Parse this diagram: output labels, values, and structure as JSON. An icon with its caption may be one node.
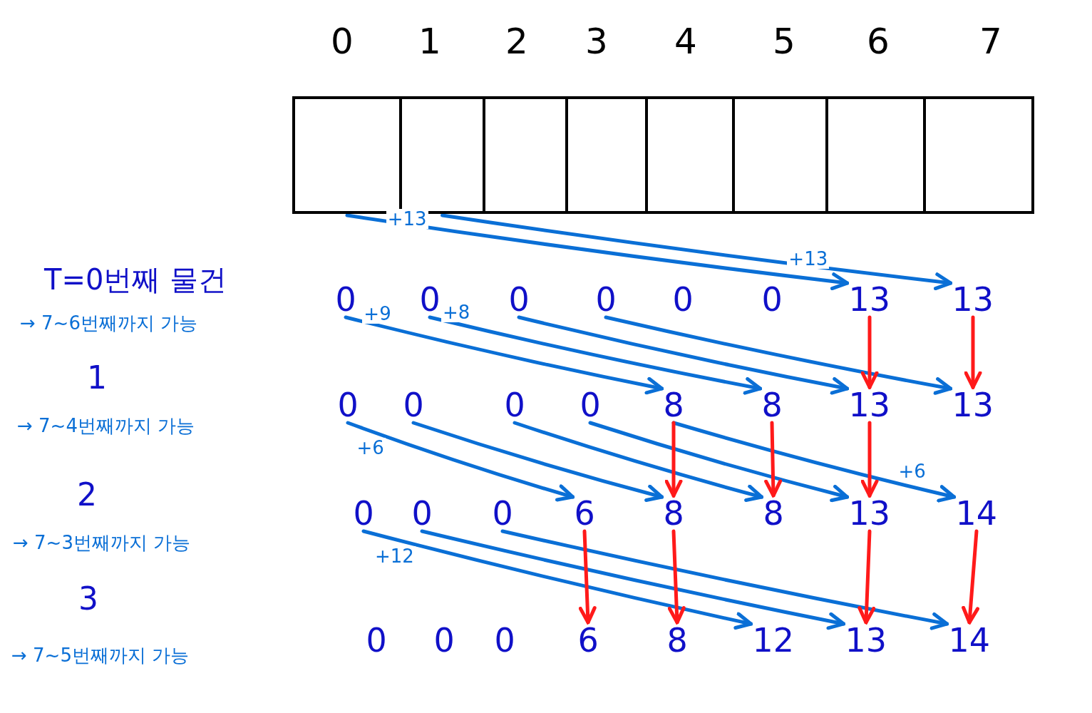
{
  "diagram": {
    "nodes": [
      {
        "text": [],
        "shape": "box",
        "beside": [
          "0"
        ]
      },
      {
        "text": [],
        "shape": "box",
        "beside": [
          "1"
        ]
      },
      {
        "text": [],
        "shape": "box",
        "beside": [
          "2"
        ]
      },
      {
        "text": [],
        "shape": "box",
        "beside": [
          "3"
        ]
      },
      {
        "text": [],
        "shape": "box",
        "beside": [
          "4"
        ]
      },
      {
        "text": [],
        "shape": "box",
        "beside": [
          "5"
        ]
      },
      {
        "text": [],
        "shape": "box",
        "beside": [
          "6"
        ]
      },
      {
        "text": [],
        "shape": "box",
        "beside": [
          "7"
        ]
      },
      {
        "text": [
          "0"
        ]
      },
      {
        "text": [
          "0"
        ]
      },
      {
        "text": [
          "0"
        ]
      },
      {
        "text": [
          "0"
        ]
      },
      {
        "text": [
          "0"
        ]
      },
      {
        "text": [
          "0"
        ]
      },
      {
        "text": [
          "13"
        ]
      },
      {
        "text": [
          "13"
        ]
      },
      {
        "text": [
          "0"
        ]
      },
      {
        "text": [
          "0"
        ]
      },
      {
        "text": [
          "0"
        ]
      },
      {
        "text": [
          "0"
        ]
      },
      {
        "text": [
          "8"
        ]
      },
      {
        "text": [
          "8"
        ]
      },
      {
        "text": [
          "13"
        ]
      },
      {
        "text": [
          "13"
        ]
      },
      {
        "text": [
          "0"
        ]
      },
      {
        "text": [
          "0"
        ]
      },
      {
        "text": [
          "0"
        ]
      },
      {
        "text": [
          "6"
        ]
      },
      {
        "text": [
          "8"
        ]
      },
      {
        "text": [
          "8"
        ]
      },
      {
        "text": [
          "13"
        ]
      },
      {
        "text": [
          "14"
        ]
      },
      {
        "text": [
          "0"
        ]
      },
      {
        "text": [
          "0"
        ]
      },
      {
        "text": [
          "0"
        ]
      },
      {
        "text": [
          "6"
        ]
      },
      {
        "text": [
          "8"
        ]
      },
      {
        "text": [
          "12"
        ]
      },
      {
        "text": [
          "13"
        ]
      },
      {
        "text": [
          "14"
        ]
      }
    ],
    "edges": [
      {
        "from": 0,
        "to": 14,
        "arrow": "to",
        "label": "+13"
      },
      {
        "from": 1,
        "to": 15,
        "arrow": "to",
        "label": "+13"
      },
      {
        "from": 8,
        "to": 20,
        "arrow": "to",
        "label": "+9"
      },
      {
        "from": 9,
        "to": 21,
        "arrow": "to",
        "label": "+8"
      },
      {
        "from": 10,
        "to": 22,
        "arrow": "to"
      },
      {
        "from": 11,
        "to": 23,
        "arrow": "to"
      },
      {
        "from": 14,
        "to": 22,
        "arrow": "to",
        "color": "#ff1a1a"
      },
      {
        "from": 15,
        "to": 23,
        "arrow": "to",
        "color": "#ff1a1a"
      },
      {
        "from": 16,
        "to": 27,
        "arrow": "to",
        "label": "+6"
      },
      {
        "from": 17,
        "to": 28,
        "arrow": "to"
      },
      {
        "from": 18,
        "to": 29,
        "arrow": "to"
      },
      {
        "from": 19,
        "to": 30,
        "arrow": "to"
      },
      {
        "from": 20,
        "to": 31,
        "arrow": "to",
        "label": "+6"
      },
      {
        "from": 20,
        "to": 28,
        "arrow": "to",
        "color": "#ff1a1a"
      },
      {
        "from": 21,
        "to": 29,
        "arrow": "to",
        "color": "#ff1a1a"
      },
      {
        "from": 22,
        "to": 30,
        "arrow": "to",
        "color": "#ff1a1a"
      },
      {
        "from": 24,
        "to": 37,
        "arrow": "to",
        "label": "+12"
      },
      {
        "from": 25,
        "to": 38,
        "arrow": "to"
      },
      {
        "from": 26,
        "to": 39,
        "arrow": "to"
      },
      {
        "from": 27,
        "to": 35,
        "arrow": "to",
        "color": "#ff1a1a"
      },
      {
        "from": 28,
        "to": 36,
        "arrow": "to",
        "color": "#ff1a1a"
      },
      {
        "from": 30,
        "to": 38,
        "arrow": "to",
        "color": "#ff1a1a"
      },
      {
        "from": 31,
        "to": 39,
        "arrow": "to",
        "color": "#ff1a1a"
      }
    ],
    "labels": [
      "T=0번째 물건",
      "→ 7~6번째까지 가능",
      "1",
      "→ 7~4번째까지 가능",
      "2",
      "→ 7~3번째까지 가능",
      "3",
      "→ 7~5번째까지 가능"
    ]
  }
}
